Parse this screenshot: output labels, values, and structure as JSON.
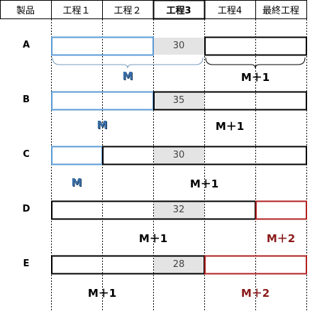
{
  "header": {
    "columns": [
      "製品",
      "工程１",
      "工程２",
      "工程3",
      "工程4",
      "最終工程"
    ],
    "selected_index": 3
  },
  "rows": [
    {
      "label": "A",
      "value": "30",
      "segments": [
        {
          "from": 1,
          "to": 3,
          "style": "blue"
        },
        {
          "from": 3,
          "to": 4,
          "style": "shade"
        },
        {
          "from": 4,
          "to": 6,
          "style": "black"
        }
      ],
      "labels": [
        {
          "text": "M",
          "from": 1,
          "to": 4,
          "style": "m"
        },
        {
          "text": "M＋1",
          "from": 4,
          "to": 6,
          "style": "m1"
        }
      ],
      "braces": [
        {
          "from": 1,
          "to": 4,
          "color": "#7a9cc0"
        },
        {
          "from": 4,
          "to": 6,
          "color": "#000000"
        }
      ]
    },
    {
      "label": "B",
      "value": "35",
      "segments": [
        {
          "from": 1,
          "to": 3,
          "style": "blue"
        },
        {
          "from": 3,
          "to": 4,
          "style": "shade"
        },
        {
          "from": 3,
          "to": 6,
          "style": "black"
        }
      ],
      "labels": [
        {
          "text": "M",
          "from": 1,
          "to": 3,
          "style": "m"
        },
        {
          "text": "M＋1",
          "from": 3,
          "to": 6,
          "style": "m1"
        }
      ],
      "braces": []
    },
    {
      "label": "C",
      "value": "30",
      "segments": [
        {
          "from": 1,
          "to": 2,
          "style": "blue"
        },
        {
          "from": 3,
          "to": 4,
          "style": "shade"
        },
        {
          "from": 2,
          "to": 6,
          "style": "black"
        }
      ],
      "labels": [
        {
          "text": "M",
          "from": 1,
          "to": 2,
          "style": "m"
        },
        {
          "text": "M＋1",
          "from": 2,
          "to": 6,
          "style": "m1"
        }
      ],
      "braces": []
    },
    {
      "label": "D",
      "value": "32",
      "segments": [
        {
          "from": 3,
          "to": 4,
          "style": "shade"
        },
        {
          "from": 1,
          "to": 5,
          "style": "black"
        },
        {
          "from": 5,
          "to": 6,
          "style": "red"
        }
      ],
      "labels": [
        {
          "text": "M＋1",
          "from": 1,
          "to": 5,
          "style": "m1"
        },
        {
          "text": "M＋2",
          "from": 5,
          "to": 6,
          "style": "m2"
        }
      ],
      "braces": []
    },
    {
      "label": "E",
      "value": "28",
      "segments": [
        {
          "from": 3,
          "to": 4,
          "style": "shade"
        },
        {
          "from": 1,
          "to": 4,
          "style": "black"
        },
        {
          "from": 4,
          "to": 6,
          "style": "red"
        }
      ],
      "labels": [
        {
          "text": "M＋1",
          "from": 1,
          "to": 3,
          "style": "m1"
        },
        {
          "text": "M＋2",
          "from": 4,
          "to": 6,
          "style": "m2"
        }
      ],
      "braces": []
    }
  ],
  "colors": {
    "blue": "#5b9bd5",
    "black": "#000000",
    "red": "#b22222",
    "shade": "#e4e4e4",
    "grid": "#000000"
  }
}
